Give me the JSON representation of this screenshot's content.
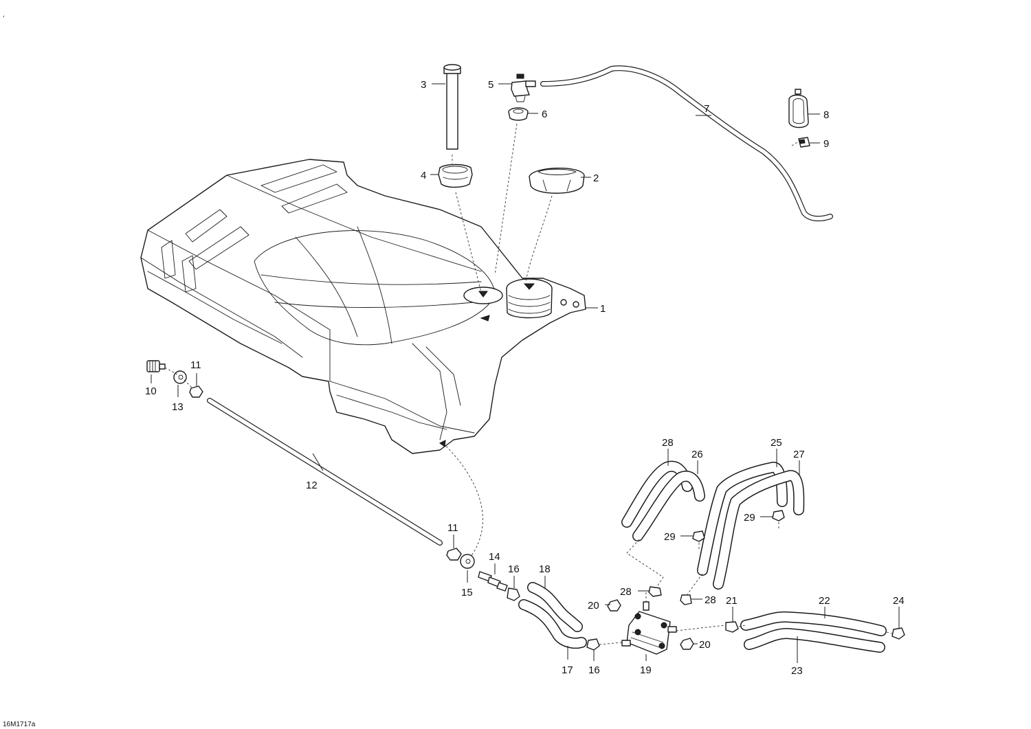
{
  "diagram": {
    "reference_code": "16M1717a",
    "corner_mark": ","
  },
  "callouts": {
    "c1": "1",
    "c2": "2",
    "c3": "3",
    "c4": "4",
    "c5": "5",
    "c6": "6",
    "c7": "7",
    "c8": "8",
    "c9": "9",
    "c10": "10",
    "c11a": "11",
    "c11b": "11",
    "c12": "12",
    "c13": "13",
    "c14": "14",
    "c15": "15",
    "c16a": "16",
    "c16b": "16",
    "c17": "17",
    "c18": "18",
    "c19": "19",
    "c20a": "20",
    "c20b": "20",
    "c21": "21",
    "c22": "22",
    "c23": "23",
    "c24": "24",
    "c25": "25",
    "c26": "26",
    "c27": "27",
    "c28a": "28",
    "c28b": "28",
    "c28c": "28",
    "c29a": "29",
    "c29b": "29"
  }
}
